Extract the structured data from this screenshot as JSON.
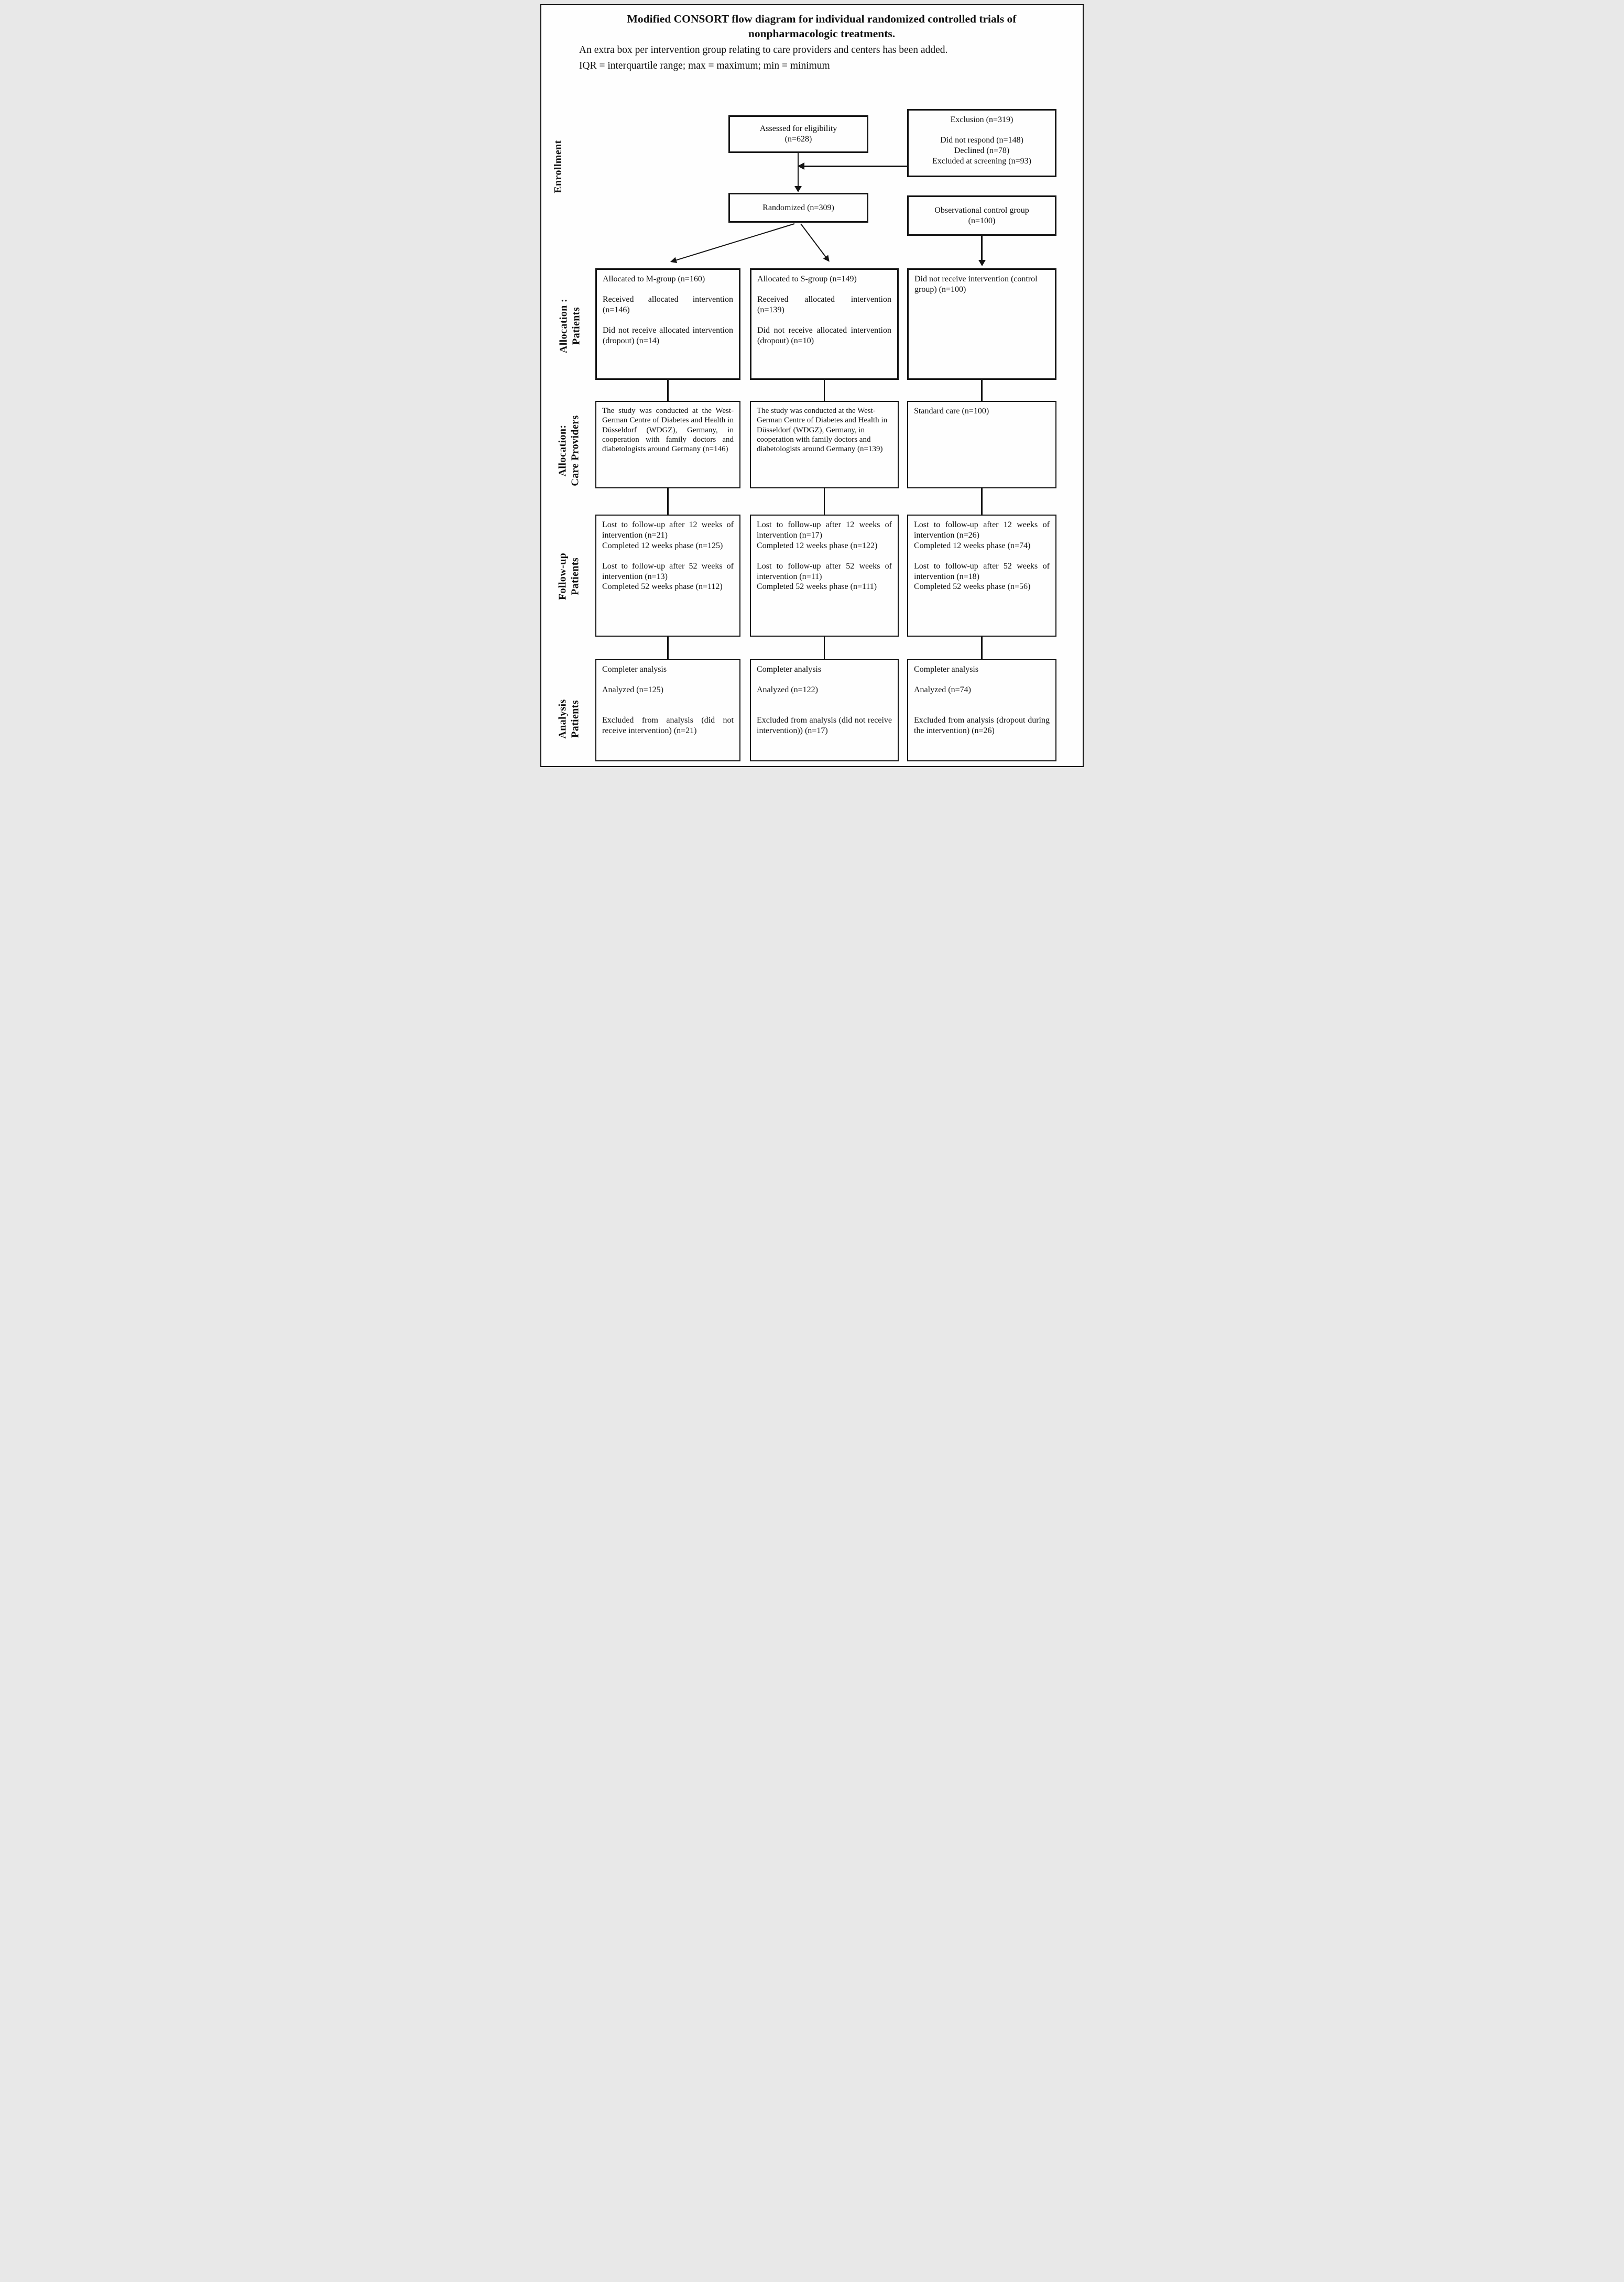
{
  "figure": {
    "title_line1": "Modified CONSORT flow diagram for individual randomized controlled trials of",
    "title_line2": "nonpharmacologic treatments.",
    "note": "An extra box per intervention group relating to care providers and centers has been added.",
    "abbreviations": "IQR = interquartile range; max = maximum; min = minimum"
  },
  "stage_labels": {
    "enrollment": "Enrollment",
    "allocation_patients": "Allocation :\nPatients",
    "allocation_care_providers": "Allocation:\nCare Providers",
    "followup_patients": "Follow-up\nPatients",
    "analysis_patients": "Analysis\nPatients"
  },
  "boxes": {
    "assessed": {
      "lines": [
        "Assessed for eligibility",
        "(n=628)"
      ]
    },
    "exclusion": {
      "lines": [
        "Exclusion (n=319)",
        "",
        "Did not respond (n=148)",
        "Declined (n=78)",
        "Excluded at screening (n=93)"
      ]
    },
    "randomized": {
      "lines": [
        "Randomized (n=309)"
      ]
    },
    "observational": {
      "lines": [
        "Observational control group",
        "(n=100)"
      ]
    },
    "alloc_m": {
      "lines": [
        "Allocated to M-group (n=160)",
        "",
        "Received allocated intervention (n=146)",
        "",
        "Did not receive allocated intervention (dropout) (n=14)"
      ]
    },
    "alloc_s": {
      "lines": [
        "Allocated to S-group (n=149)",
        "",
        "Received allocated intervention (n=139)",
        "",
        "Did not receive allocated intervention (dropout) (n=10)"
      ]
    },
    "alloc_control": {
      "lines": [
        "Did not receive intervention (control group) (n=100)"
      ]
    },
    "care_m": {
      "lines": [
        "The study was conducted at the West-German Centre of Diabetes and Health in Düsseldorf (WDGZ), Germany, in cooperation with family doctors and diabetologists around Germany (n=146)"
      ]
    },
    "care_s": {
      "lines": [
        "The study was conducted at the West-German Centre of Diabetes and Health in Düsseldorf (WDGZ), Germany, in cooperation with family doctors and diabetologists around Germany (n=139)"
      ]
    },
    "standard_care": {
      "lines": [
        "Standard care (n=100)"
      ]
    },
    "followup_m": {
      "lines": [
        "Lost to follow-up after 12 weeks of intervention (n=21)",
        "Completed 12 weeks phase (n=125)",
        "",
        "Lost to follow-up after 52 weeks of intervention (n=13)",
        "Completed 52 weeks phase (n=112)"
      ]
    },
    "followup_s": {
      "lines": [
        "Lost to follow-up after 12 weeks of intervention (n=17)",
        "Completed 12 weeks phase (n=122)",
        "",
        "Lost to follow-up after 52 weeks of intervention (n=11)",
        "Completed 52 weeks phase (n=111)"
      ]
    },
    "followup_control": {
      "lines": [
        "Lost to follow-up after 12 weeks of intervention (n=26)",
        "Completed 12 weeks phase (n=74)",
        "",
        "Lost to follow-up after 52 weeks of intervention (n=18)",
        "Completed 52 weeks phase (n=56)"
      ]
    },
    "analysis_m": {
      "lines": [
        "Completer analysis",
        "",
        "Analyzed (n=125)",
        "",
        "",
        "Excluded from analysis (did not receive intervention) (n=21)"
      ]
    },
    "analysis_s": {
      "lines": [
        "Completer analysis",
        "",
        "Analyzed (n=122)",
        "",
        "",
        "Excluded from analysis (did not receive intervention)) (n=17)"
      ]
    },
    "analysis_control": {
      "lines": [
        "Completer analysis",
        "",
        "Analyzed (n=74)",
        "",
        "",
        "Excluded from analysis (dropout during the intervention) (n=26)"
      ]
    }
  }
}
